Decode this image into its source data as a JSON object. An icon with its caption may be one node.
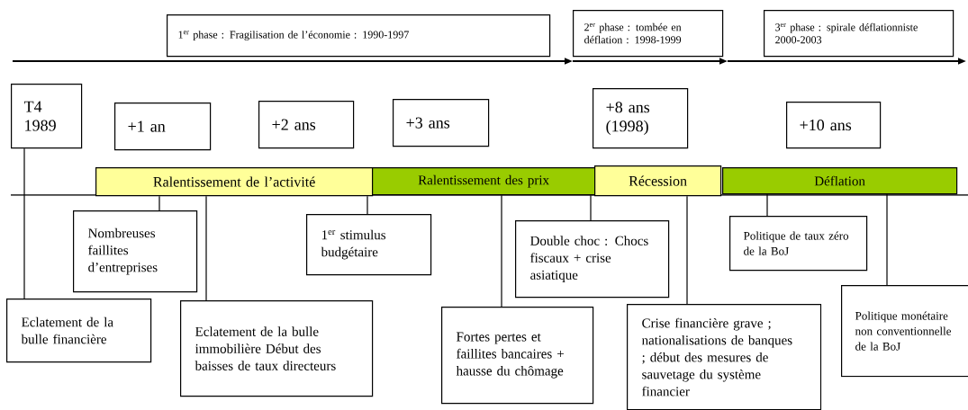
{
  "diagram": {
    "nodes": [
      {
        "text": [
          "1$^{er}$ phase : Fragilisation de l’économie : 1990-1997"
        ]
      },
      {
        "text": [
          "2$^{er}$ phase : tombée en déflation : 1998-1999"
        ]
      },
      {
        "text": [
          "3$^{er}$ phase : spirale déflationniste 2000-2003"
        ]
      },
      {
        "text": [
          "T4 1989"
        ]
      },
      {
        "text": [
          "+1 an"
        ]
      },
      {
        "text": [
          "+2 ans"
        ]
      },
      {
        "text": [
          "+3 ans"
        ]
      },
      {
        "text": [
          "+8 ans (1998)"
        ]
      },
      {
        "text": [
          "+10 ans"
        ]
      },
      {
        "text": [
          "Ralentissement de l’activité"
        ]
      },
      {
        "text": [
          "Ralentissement des prix"
        ]
      },
      {
        "text": [
          "Récession"
        ]
      },
      {
        "text": [
          "Déflation"
        ]
      },
      {
        "text": [
          "Eclatement de la bulle financière"
        ]
      },
      {
        "text": [
          "Nombreuses faillites d’entreprises"
        ]
      },
      {
        "text": [
          "Eclatement de la bulle immobilière Début des baisses de taux directeurs"
        ]
      },
      {
        "text": [
          "1$^{er}$ stimulus budgétaire"
        ]
      },
      {
        "text": [
          "Fortes pertes et faillites bancaires + hausse du chômage"
        ]
      },
      {
        "text": [
          "Double choc : Chocs fiscaux + crise asiatique"
        ]
      },
      {
        "text": [
          "Crise financière grave ; nationalisations de banques ; début des mesures de sauvetage du système financier"
        ]
      },
      {
        "text": [
          "Politique de taux zéro de la BoJ"
        ]
      },
      {
        "text": [
          "Politique monétaire non conventionnelle de la BoJ"
        ]
      }
    ],
    "edges": [
      {
        "from": 3,
        "to": 13,
        "arrow": "none"
      },
      {
        "from": 9,
        "to": 14,
        "arrow": "none"
      },
      {
        "from": 9,
        "to": 15,
        "arrow": "none"
      },
      {
        "from": 9,
        "to": 16,
        "arrow": "none"
      },
      {
        "from": 10,
        "to": 17,
        "arrow": "none"
      },
      {
        "from": 10,
        "to": 18,
        "arrow": "none"
      },
      {
        "from": 11,
        "to": 19,
        "arrow": "none"
      },
      {
        "from": 12,
        "to": 20,
        "arrow": "none"
      },
      {
        "from": 12,
        "to": 21,
        "arrow": "none"
      }
    ]
  }
}
